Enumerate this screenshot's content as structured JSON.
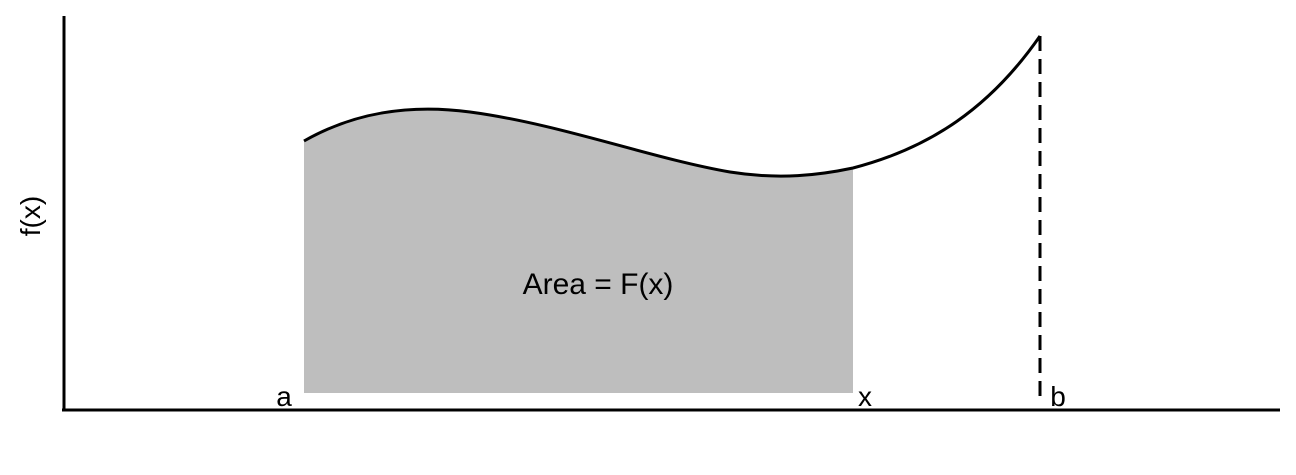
{
  "figure": {
    "ylabel": "f(x)",
    "area_label": "Area = F(x)",
    "marks": {
      "a": "a",
      "x": "x",
      "b": "b"
    },
    "colors": {
      "shade": "#bebebe",
      "curve": "#000000",
      "axis": "#000000"
    }
  }
}
